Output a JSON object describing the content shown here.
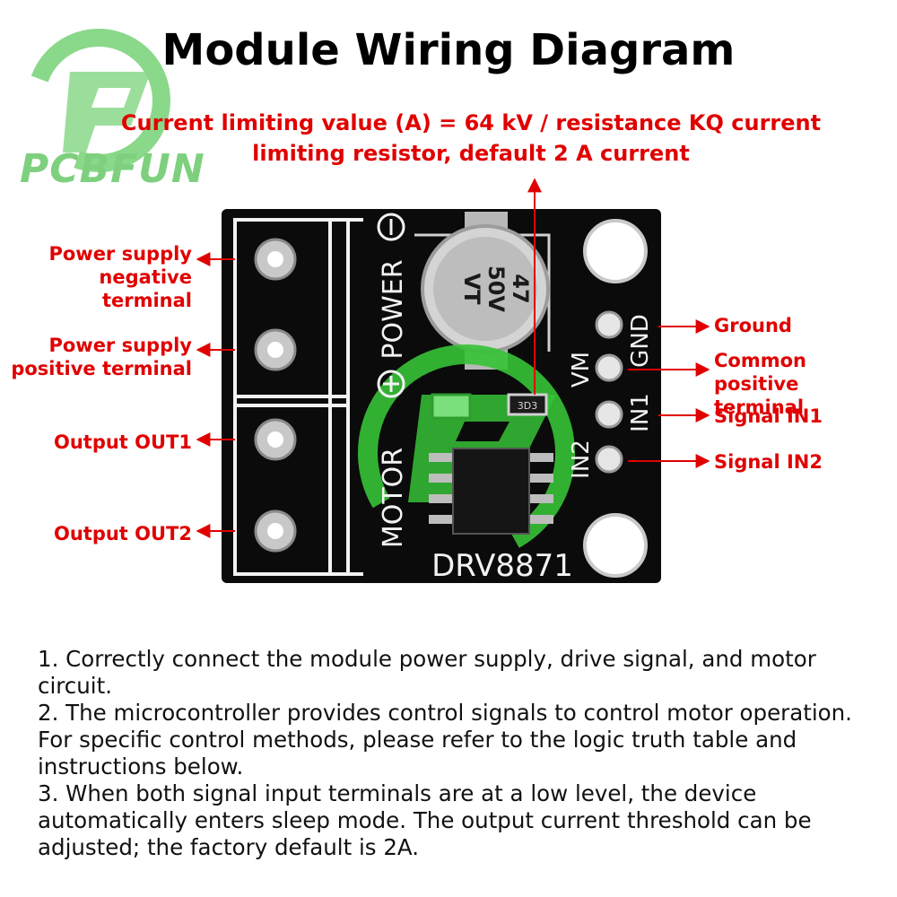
{
  "title": "Module Wiring Diagram",
  "subtitle": "Current limiting value (A) = 64 kV / resistance KQ current limiting resistor, default 2 A current",
  "logo": {
    "text": "PCBFUN",
    "icon": "pcbfun-logo-icon"
  },
  "board": {
    "name": "DRV8871",
    "silk_power": "POWER",
    "silk_motor": "MOTOR",
    "pin_gnd": "GND",
    "pin_vm": "VM",
    "pin_in1": "IN1",
    "pin_in2": "IN2",
    "capacitor_line1": "47",
    "capacitor_line2": "50V",
    "capacitor_line3": "VT",
    "resistor_code": "3D3"
  },
  "labels": {
    "power_neg": "Power supply negative terminal",
    "power_pos": "Power supply positive terminal",
    "out1": "Output OUT1",
    "out2": "Output OUT2",
    "ground": "Ground",
    "common_pos": "Common positive terminal",
    "in1": "Signal IN1",
    "in2": "Signal IN2"
  },
  "instructions": [
    "1. Correctly connect the module power supply, drive signal, and motor circuit.",
    "2. The microcontroller provides control signals to control motor operation. For specific control methods, please refer to the logic truth table and instructions below.",
    "3. When both signal input terminals are at a low level, the device automatically enters sleep mode. The output current threshold can be adjusted; the factory default is 2A."
  ],
  "colors": {
    "label_red": "#e00000",
    "board": "#0b0b0b",
    "watermark_green": "#36c236"
  }
}
